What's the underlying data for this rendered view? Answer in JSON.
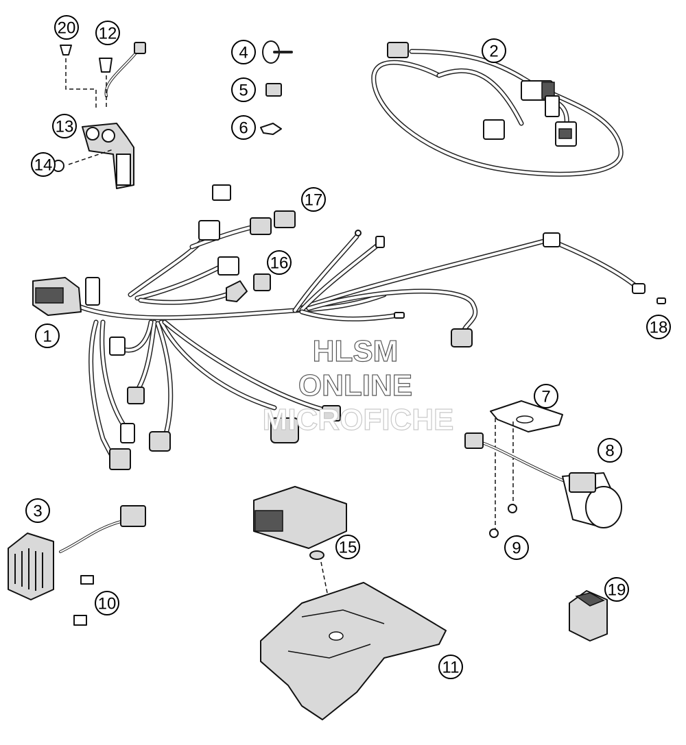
{
  "callouts": {
    "c1": "1",
    "c2": "2",
    "c3": "3",
    "c4": "4",
    "c5": "5",
    "c6": "6",
    "c7": "7",
    "c8": "8",
    "c9": "9",
    "c10": "10",
    "c11": "11",
    "c12": "12",
    "c13": "13",
    "c14": "14",
    "c15": "15",
    "c16": "16",
    "c17": "17",
    "c18": "18",
    "c19": "19",
    "c20": "20"
  },
  "watermark": {
    "line1": "HLSM",
    "line2": "ONLINE",
    "line3": "MICROFICHE"
  }
}
